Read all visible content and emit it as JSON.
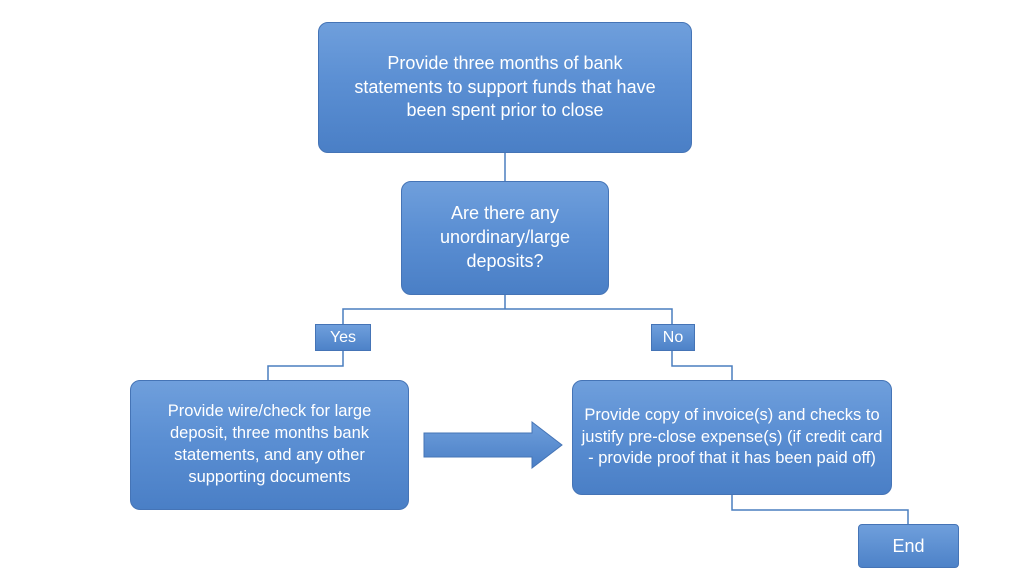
{
  "flowchart": {
    "start_step": "Provide three months of bank statements to support funds that have been spent prior to close",
    "decision": "Are there any unordinary/large deposits?",
    "yes_label": "Yes",
    "no_label": "No",
    "yes_step": "Provide wire/check for large deposit, three months bank statements, and any other supporting documents",
    "no_step": "Provide copy of invoice(s) and checks to justify pre-close expense(s) (if credit card - provide proof that it has been paid off)",
    "end_label": "End"
  },
  "colors": {
    "node_fill": "#5b8fd3",
    "node_border": "#4574b6",
    "connector": "#4a7ebf",
    "arrow": "#4f86cf"
  }
}
